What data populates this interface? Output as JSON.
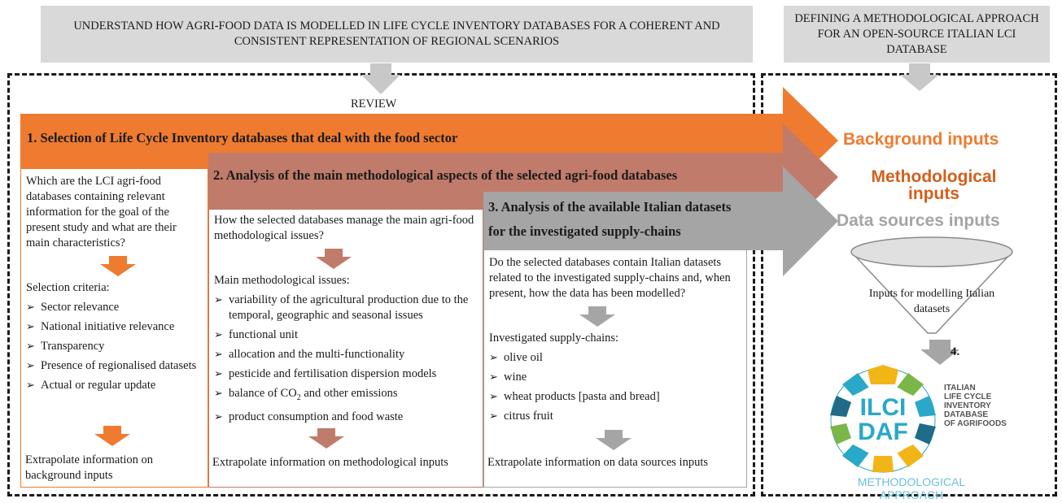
{
  "top": {
    "left_title": "UNDERSTAND HOW AGRI-FOOD DATA IS MODELLED IN LIFE CYCLE INVENTORY DATABASES FOR A COHERENT AND CONSISTENT REPRESENTATION OF REGIONAL SCENARIOS",
    "right_title": "DEFINING A METHODOLOGICAL APPROACH FOR AN OPEN-SOURCE ITALIAN LCI DATABASE"
  },
  "review_label": "REVIEW",
  "colors": {
    "orange": "#ee7b30",
    "salmon": "#c07b6b",
    "gray": "#a5a5a5",
    "box_gray": "#d9d9d9"
  },
  "step1": {
    "title": "1. Selection of Life Cycle Inventory databases that deal with the food sector",
    "question": "Which are the LCI agri-food databases containing relevant information for the goal of the present study and what are their main characteristics?",
    "criteria_label": "Selection criteria:",
    "criteria": [
      "Sector relevance",
      "National initiative relevance",
      "Transparency",
      "Presence of regionalised datasets",
      "Actual or regular update"
    ],
    "output": "Extrapolate information on background inputs"
  },
  "step2": {
    "title": "2. Analysis of the main methodological aspects of the selected agri-food databases",
    "question": "How the selected databases manage the main agri-food methodological issues?",
    "issues_label": "Main methodological issues:",
    "issues": [
      "variability of the agricultural production due to the temporal, geographic and seasonal issues",
      "functional unit",
      "allocation and the multi-functionality",
      "pesticide and fertilisation dispersion models",
      "balance of CO",
      "product consumption and food waste"
    ],
    "co2_sub": "2",
    "co2_rest": " and other emissions",
    "output": "Extrapolate information on methodological inputs"
  },
  "step3": {
    "title_line1": "3. Analysis of the available Italian datasets",
    "title_line2": "for the investigated supply-chains",
    "question": "Do the selected databases contain Italian datasets related to the investigated supply-chains and, when present, how the data has been modelled?",
    "chains_label": "Investigated supply-chains:",
    "chains": [
      "olive oil",
      "wine",
      "wheat products [pasta and bread]",
      "citrus fruit"
    ],
    "output": "Extrapolate information on data sources inputs"
  },
  "right": {
    "background_inputs": "Background inputs",
    "methodological_inputs": "Methodological inputs",
    "data_sources_inputs": "Data sources inputs",
    "funnel_text": "Inputs for modelling Italian datasets",
    "step4": "4.",
    "logo_ilci": "ILCI",
    "logo_daf": "DAF",
    "logo_lines": [
      "ITALIAN",
      "LIFE CYCLE",
      "INVENTORY",
      "DATABASE",
      "OF AGRIFOODS"
    ],
    "methodological_approach": "METHODOLOGICAL APPROACH"
  }
}
